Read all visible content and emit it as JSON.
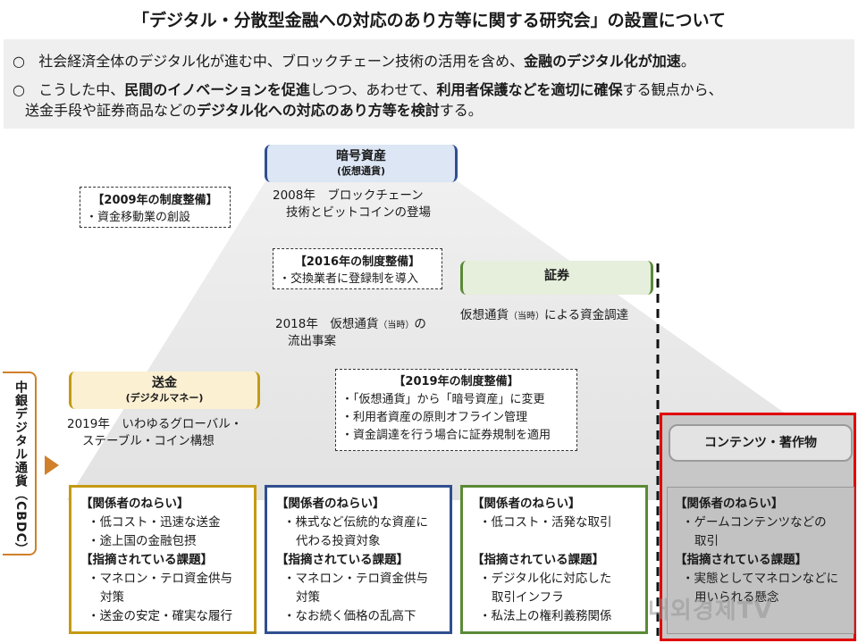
{
  "title": "「デジタル・分散型金融への対応のあり方等に関する研究会」の設置について",
  "summary": {
    "line1": {
      "bullet": "○",
      "pre": "社会経済全体のデジタル化が進む中、ブロックチェーン技術の活用を含め、",
      "bold": "金融のデジタル化が加速",
      "post": "。"
    },
    "line2": {
      "bullet": "○",
      "pre": "こうした中、",
      "bold1": "民間のイノベーションを促進",
      "mid1": "しつつ、あわせて、",
      "bold2": "利用者保護などを適切に確保",
      "post": "する観点から、"
    },
    "line3": {
      "pre": "送金手段や証券商品などの",
      "bold": "デジタル化への対応のあり方等を検討",
      "post": "する。"
    }
  },
  "crypto": {
    "label": "暗号資産",
    "sub": "(仮想通貨)",
    "desc1": "2008年　ブロックチェーン",
    "desc2": "技術とビットコインの登場"
  },
  "reg2009": {
    "header": "【2009年の制度整備】",
    "item": "・資金移動業の創設"
  },
  "reg2016": {
    "header": "【2016年の制度整備】",
    "item": "・交換業者に登録制を導入"
  },
  "event2018": {
    "line1": "2018年　仮想通貨",
    "small": "（当時）",
    "line1b": "の",
    "line2": "流出事案"
  },
  "securities": {
    "label": "証券",
    "desc_pre": "仮想通貨",
    "desc_small": "（当時）",
    "desc_post": "による資金調達"
  },
  "reg2019": {
    "header": "【2019年の制度整備】",
    "items": [
      "・「仮想通貨」から「暗号資産」に変更",
      "・利用者資産の原則オフライン管理",
      "・資金調達を行う場合に証券規制を適用"
    ]
  },
  "remittance": {
    "label": "送金",
    "sub": "(デジタルマネー)",
    "desc1": "2019年　いわゆるグローバル・",
    "desc2": "ステーブル・コイン構想"
  },
  "cbdc": {
    "label": "中銀デジタル通貨（CBDC）"
  },
  "cards": {
    "remittance": {
      "aim_h": "【関係者のねらい】",
      "aims": [
        "・低コスト・迅速な送金",
        "・途上国の金融包摂"
      ],
      "issue_h": "【指摘されている課題】",
      "issues": [
        "・マネロン・テロ資金供与",
        "対策",
        "・送金の安定・確実な履行"
      ]
    },
    "crypto": {
      "aim_h": "【関係者のねらい】",
      "aims": [
        "・株式など伝統的な資産に",
        "代わる投資対象"
      ],
      "issue_h": "【指摘されている課題】",
      "issues": [
        "・マネロン・テロ資金供与",
        "対策",
        "・なお続く価格の乱高下"
      ]
    },
    "securities": {
      "aim_h": "【関係者のねらい】",
      "aims": [
        "・低コスト・活発な取引"
      ],
      "issue_h": "【指摘されている課題】",
      "issues": [
        "・デジタル化に対応した",
        "取引インフラ",
        "・私法上の権利義務関係"
      ]
    },
    "content": {
      "aim_h": "【関係者のねらい】",
      "aims": [
        "・ゲームコンテンツなどの",
        "取引"
      ],
      "issue_h": "【指摘されている課題】",
      "issues": [
        "・実態としてマネロンなどに",
        "用いられる懸念"
      ]
    }
  },
  "content_label": "コンテンツ・著作物",
  "watermark": "내외경제TV",
  "colors": {
    "gold": "#c49a12",
    "blue": "#2f4f8f",
    "green": "#5a8a36",
    "red": "#e00000",
    "orange": "#d0802a"
  }
}
